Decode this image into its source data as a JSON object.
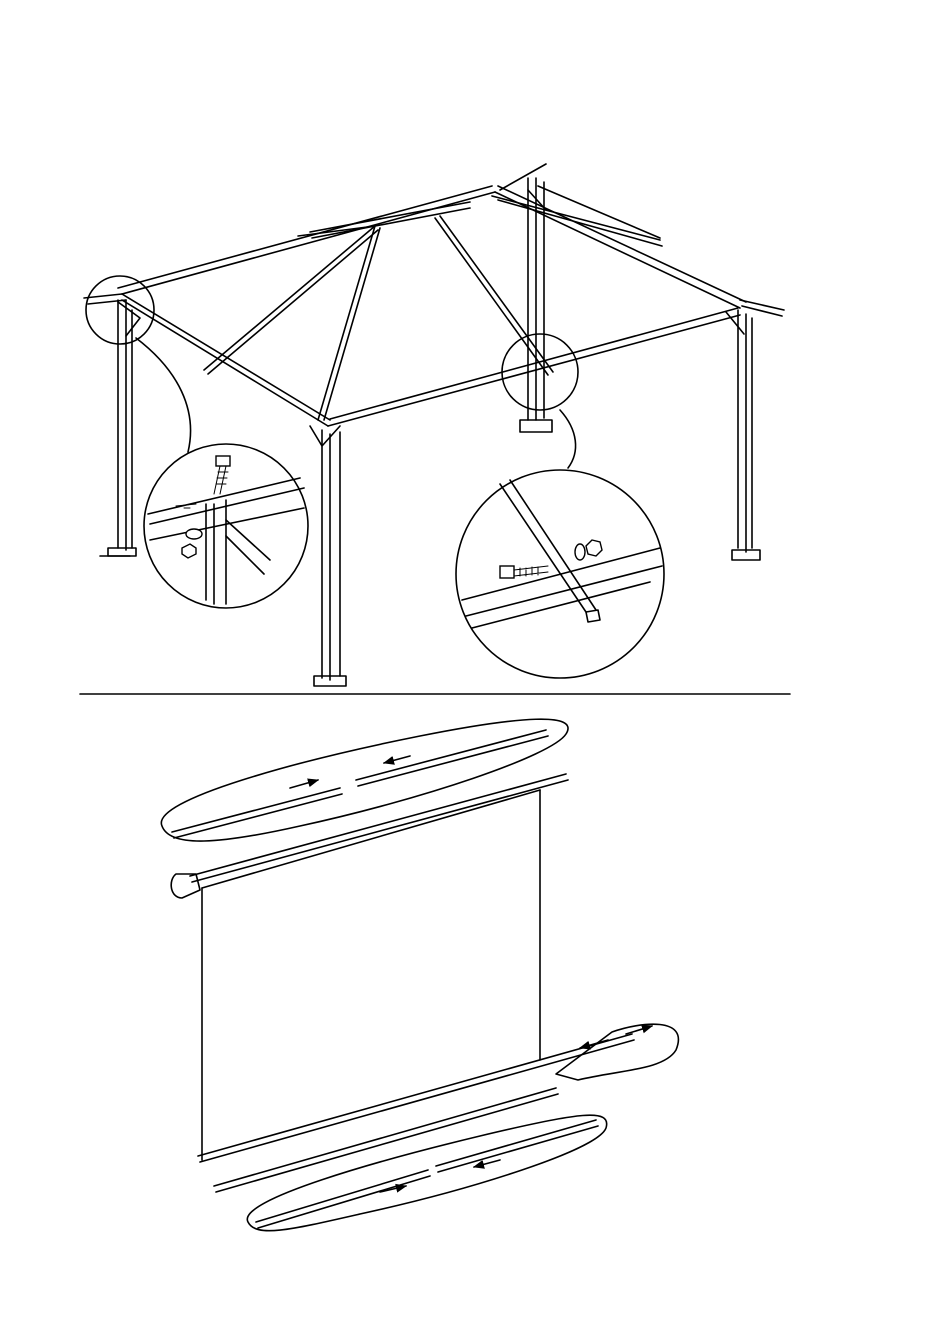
{
  "figure": {
    "ink_color": "#000000",
    "background_color": "#ffffff",
    "panels": [
      {
        "name": "gazebo-frame-assembly",
        "details": [
          "corner-bolt-detail",
          "rafter-bolt-detail"
        ]
      },
      {
        "name": "curtain-rod-assembly",
        "details": [
          "top-rod-joining",
          "bottom-rod-joining"
        ]
      }
    ]
  }
}
